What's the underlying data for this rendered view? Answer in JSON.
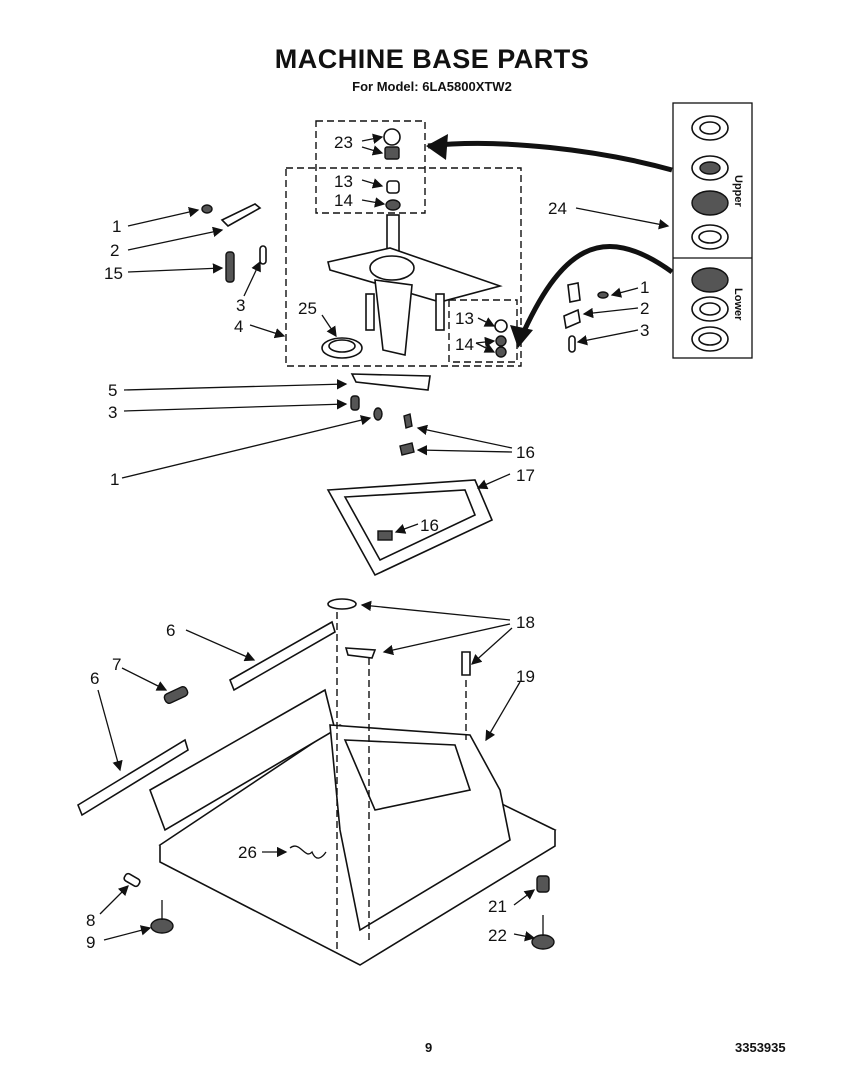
{
  "title": "MACHINE BASE PARTS",
  "subtitle": "For Model: 6LA5800XTW2",
  "page_number": "9",
  "document_number": "3353935",
  "bearing_groups": {
    "upper": "Upper",
    "lower": "Lower"
  },
  "callouts": {
    "c23": "23",
    "c13a": "13",
    "c14a": "14",
    "c1a": "1",
    "c24": "24",
    "c2a": "2",
    "c15": "15",
    "c1b": "1",
    "c3a": "3",
    "c2b": "2",
    "c25": "25",
    "c13b": "13",
    "c3b": "3",
    "c4": "4",
    "c14b": "14",
    "c5": "5",
    "c3c": "3",
    "c16a": "16",
    "c1c": "1",
    "c17": "17",
    "c16b": "16",
    "c6a": "6",
    "c18": "18",
    "c7": "7",
    "c6b": "6",
    "c19": "19",
    "c26": "26",
    "c8": "8",
    "c21": "21",
    "c9": "9",
    "c22": "22"
  }
}
